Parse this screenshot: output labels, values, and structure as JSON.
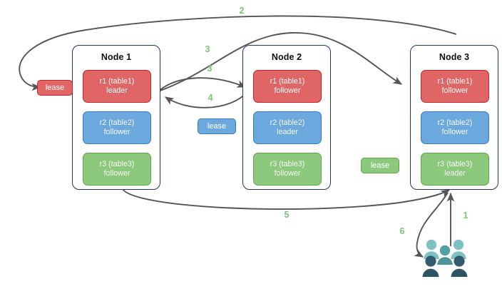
{
  "diagram": {
    "title": "Raft multi-raft lease transfer diagram",
    "colors": {
      "red": "#e06666",
      "red_border": "#c4242b",
      "blue": "#6aa8dd",
      "blue_border": "#3d7cba",
      "green": "#8dc97c",
      "green_border": "#5fa54c",
      "node_border": "#1f3864",
      "edge": "#555555",
      "step_label": "#7cc576",
      "user_light": "#7fc0c2",
      "user_mid": "#4f949a",
      "user_dark": "#2e5463"
    }
  },
  "nodes": [
    {
      "id": "node1",
      "title": "Node 1",
      "replicas": [
        {
          "color": "red",
          "line1": "r1 (table1)",
          "line2": "leader"
        },
        {
          "color": "blue",
          "line1": "r2 (table2)",
          "line2": "follower"
        },
        {
          "color": "green",
          "line1": "r3 (table3)",
          "line2": "follower"
        }
      ]
    },
    {
      "id": "node2",
      "title": "Node 2",
      "replicas": [
        {
          "color": "red",
          "line1": "r1 (table1)",
          "line2": "follower"
        },
        {
          "color": "blue",
          "line1": "r2 (table2)",
          "line2": "leader"
        },
        {
          "color": "green",
          "line1": "r3 (table3)",
          "line2": "follower"
        }
      ]
    },
    {
      "id": "node3",
      "title": "Node 3",
      "replicas": [
        {
          "color": "red",
          "line1": "r1 (table1)",
          "line2": "follower"
        },
        {
          "color": "blue",
          "line1": "r2 (table2)",
          "line2": "follower"
        },
        {
          "color": "green",
          "line1": "r3 (table3)",
          "line2": "leader"
        }
      ]
    }
  ],
  "leases": [
    {
      "id": "lease-r1",
      "label": "lease",
      "color": "red"
    },
    {
      "id": "lease-r2",
      "label": "lease",
      "color": "blue"
    },
    {
      "id": "lease-r3",
      "label": "lease",
      "color": "green"
    }
  ],
  "steps": [
    {
      "id": "step-1",
      "label": "1"
    },
    {
      "id": "step-2",
      "label": "2"
    },
    {
      "id": "step-3a",
      "label": "3"
    },
    {
      "id": "step-3b",
      "label": "3"
    },
    {
      "id": "step-4",
      "label": "4"
    },
    {
      "id": "step-5",
      "label": "5"
    },
    {
      "id": "step-6",
      "label": "6"
    }
  ],
  "actors": {
    "users_icon": "users-group-icon"
  }
}
